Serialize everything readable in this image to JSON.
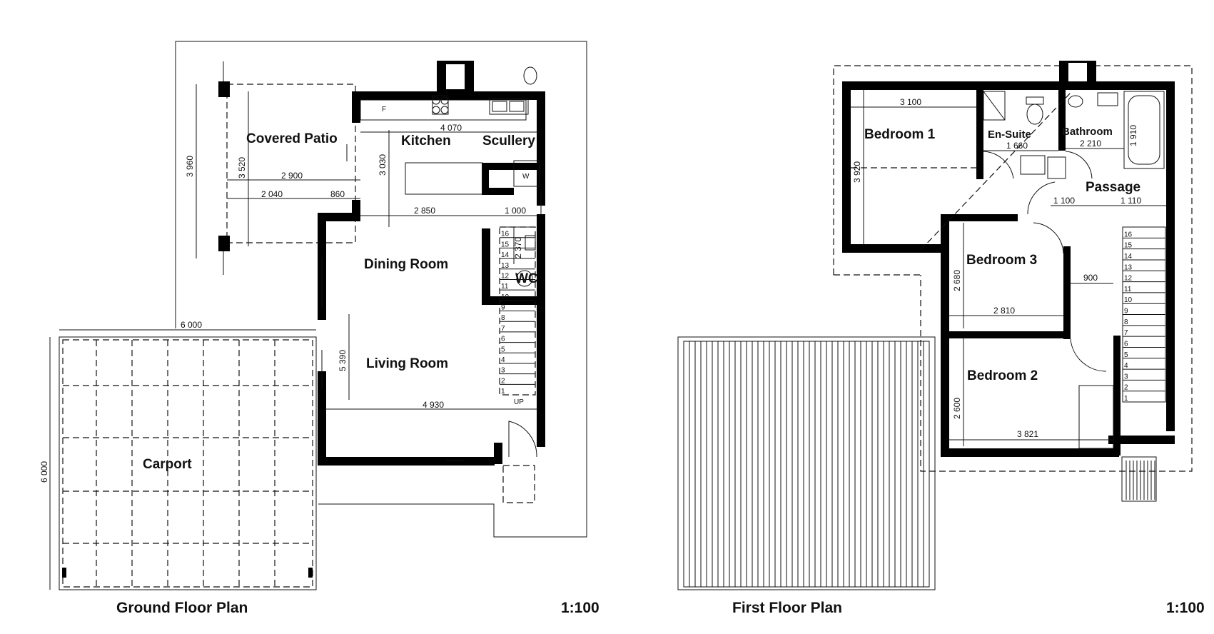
{
  "ground_floor": {
    "title": "Ground Floor Plan",
    "scale": "1:100",
    "rooms": {
      "covered_patio": "Covered Patio",
      "kitchen": "Kitchen",
      "scullery": "Scullery",
      "dining_room": "Dining Room",
      "living_room": "Living Room",
      "wc": "WC",
      "carport": "Carport"
    },
    "dimensions": {
      "d3960": "3 960",
      "d3520": "3 520",
      "d4070": "4 070",
      "d3030": "3 030",
      "d2900": "2 900",
      "d2040": "2 040",
      "d860": "860",
      "d2850": "2 850",
      "d1000": "1 000",
      "d2370": "2 370",
      "d5390": "5 390",
      "d4930": "4 930",
      "d6000h": "6 000",
      "d6000v": "6 000"
    },
    "labels": {
      "up": "UP",
      "f": "F",
      "w": "W"
    },
    "stairs": [
      "16",
      "15",
      "14",
      "13",
      "12",
      "11",
      "10",
      "9",
      "8",
      "7",
      "6",
      "5",
      "4",
      "3",
      "2",
      "1"
    ]
  },
  "first_floor": {
    "title": "First Floor Plan",
    "scale": "1:100",
    "rooms": {
      "bedroom1": "Bedroom 1",
      "ensuite": "En-Suite",
      "bathroom": "Bathroom",
      "passage": "Passage",
      "bedroom3": "Bedroom 3",
      "bedroom2": "Bedroom 2"
    },
    "dimensions": {
      "d3100": "3 100",
      "d3920": "3 920",
      "d1660": "1 660",
      "d2210": "2 210",
      "d1910": "1 910",
      "d1100": "1 100",
      "d1110": "1 110",
      "d2680": "2 680",
      "d900": "900",
      "d2810": "2 810",
      "d2600": "2 600",
      "d3821": "3 821"
    },
    "stairs": [
      "16",
      "15",
      "14",
      "13",
      "12",
      "11",
      "10",
      "9",
      "8",
      "7",
      "6",
      "5",
      "4",
      "3",
      "2",
      "1"
    ]
  }
}
